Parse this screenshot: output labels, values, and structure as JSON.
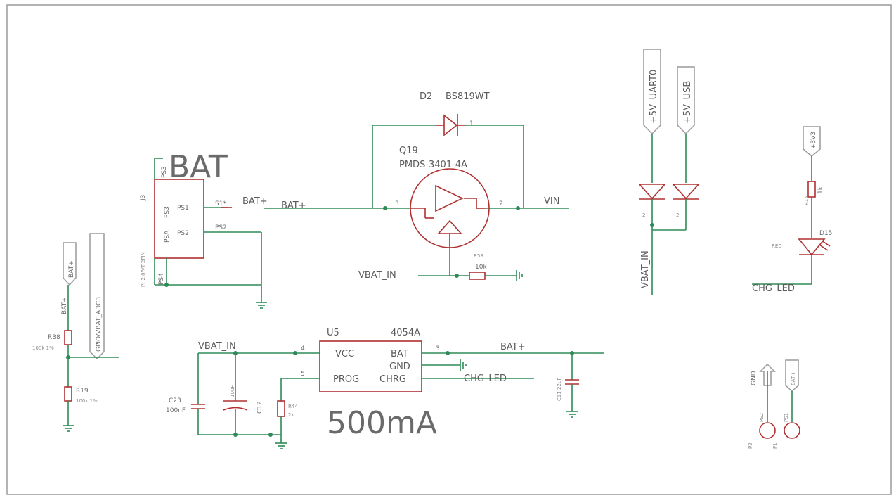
{
  "labels": {
    "bat_title": "BAT",
    "j_ref": "J3",
    "j_value": "PH2.0/VT-2PIN",
    "pin_ps1_a": "PS1",
    "pin_ps2_a": "PS2",
    "pin_ps1_b": "PS1",
    "pin_ps2_b": "PS2",
    "pin_ps3": "PS3",
    "pin_ps4": "PS4",
    "pin_psa": "PSA",
    "pin_ps3_top": "PS3",
    "net_bat_plus_1": "BAT+",
    "net_bat_plus_2": "BAT+",
    "net_bat_plus_short": "S1*",
    "d2_ref": "D2",
    "d2_value": "BS819WT",
    "q19_ref": "Q19",
    "q19_value": "PMDS-3401-4A",
    "pin_3": "3",
    "pin_2": "2",
    "pin_1": "1",
    "net_vin": "VIN",
    "net_vbat_in_1": "VBAT_IN",
    "r_gate_ref": "R58",
    "r_gate_value": "10k",
    "flag_5v_uart": "+5V_UART0",
    "flag_5v_usb": "+5V_USB",
    "net_vbat_in_vert": "VBAT_IN",
    "diode_pin_a": "2",
    "diode_pin_b": "2",
    "flag_3v3": "+3V3",
    "r_led_ref": "R16",
    "r_led_value": "1k",
    "d15_ref": "D15",
    "d15_small": "RED",
    "net_chg_led_1": "CHG_LED",
    "flag_bat_plus_left": "BAT+",
    "flag_gpio_adc": "GPIO/VBAT_ADC3",
    "net_bat_plus_vert": "BAT+",
    "r38_ref": "R38",
    "r38_value": "100k 1%",
    "r19_ref": "R19",
    "r19_value": "100k 1%",
    "net_vbat_in_2": "VBAT_IN",
    "u5_ref": "U5",
    "u5_value": "4054A",
    "u5_vcc": "VCC",
    "u5_bat": "BAT",
    "u5_gnd": "GND",
    "u5_prog": "PROG",
    "u5_chrg": "CHRG",
    "u5_pin4": "4",
    "u5_pin5": "5",
    "u5_pin3": "3",
    "net_bat_plus_3": "BAT+",
    "net_chg_led_2": "CHG_LED",
    "c23_ref": "C23",
    "c23_value": "100nF",
    "c_mid_ref": "C12",
    "c_mid_value": "10uF",
    "r_prog_ref": "R44",
    "r_prog_value": "2k",
    "c_out_ref": "C11 22uF",
    "current_label": "500mA",
    "flag_gnd": "GND",
    "flag_bat_plus_pad": "BAT+",
    "pad1_ref": "P2",
    "pad2_ref": "P1",
    "pad1_small": "PS2",
    "pad2_small": "PS1"
  },
  "colors": {
    "wire": "#2e8b57",
    "part": "#b03030",
    "text": "#5a5a5a",
    "frame": "#9a9a9a"
  }
}
